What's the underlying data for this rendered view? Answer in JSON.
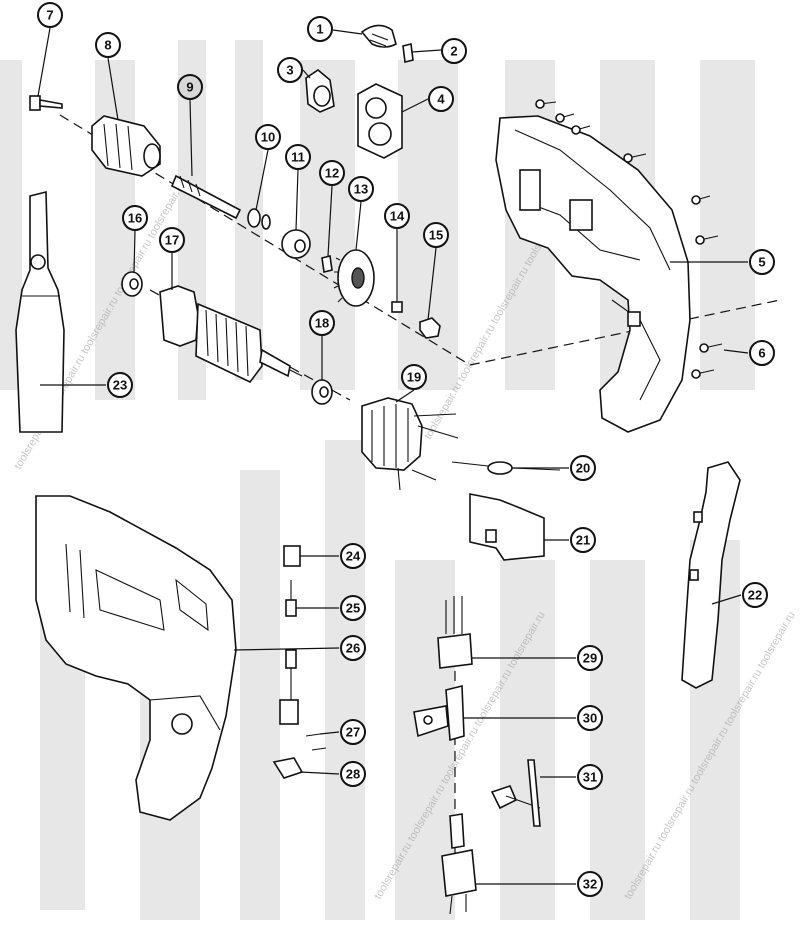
{
  "watermark": {
    "text": "toolsrepair.ru toolsrepair.ru toolsrepair.ru toolsrepair.ru toolsrepair.ru"
  },
  "callouts": [
    {
      "label": "1"
    },
    {
      "label": "2"
    },
    {
      "label": "3"
    },
    {
      "label": "4"
    },
    {
      "label": "5"
    },
    {
      "label": "6"
    },
    {
      "label": "7"
    },
    {
      "label": "8"
    },
    {
      "label": "9"
    },
    {
      "label": "10"
    },
    {
      "label": "11"
    },
    {
      "label": "12"
    },
    {
      "label": "13"
    },
    {
      "label": "14"
    },
    {
      "label": "15"
    },
    {
      "label": "16"
    },
    {
      "label": "17"
    },
    {
      "label": "18"
    },
    {
      "label": "19"
    },
    {
      "label": "20"
    },
    {
      "label": "21"
    },
    {
      "label": "22"
    },
    {
      "label": "23"
    },
    {
      "label": "24"
    },
    {
      "label": "25"
    },
    {
      "label": "26"
    },
    {
      "label": "27"
    },
    {
      "label": "28"
    },
    {
      "label": "29"
    },
    {
      "label": "30"
    },
    {
      "label": "31"
    },
    {
      "label": "32"
    }
  ]
}
